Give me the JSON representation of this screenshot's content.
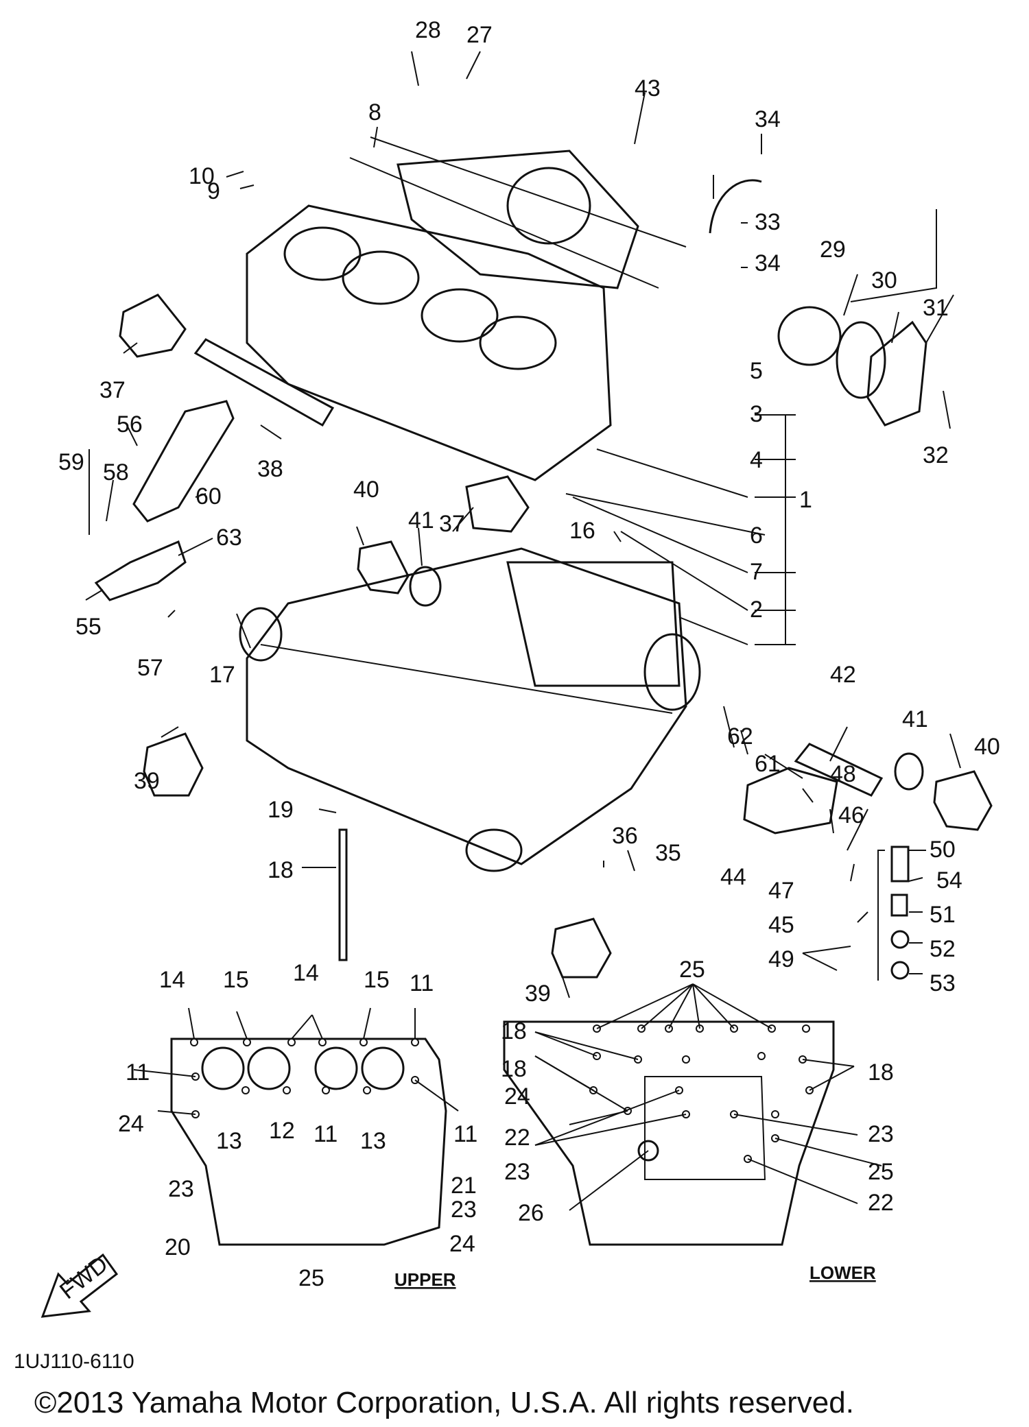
{
  "callouts": [
    "1",
    "2",
    "3",
    "4",
    "5",
    "6",
    "7",
    "8",
    "9",
    "10",
    "11",
    "12",
    "13",
    "14",
    "15",
    "16",
    "17",
    "18",
    "19",
    "20",
    "21",
    "22",
    "23",
    "24",
    "25",
    "26",
    "27",
    "28",
    "29",
    "30",
    "31",
    "32",
    "33",
    "34",
    "35",
    "36",
    "37",
    "38",
    "39",
    "40",
    "41",
    "42",
    "43",
    "44",
    "45",
    "46",
    "47",
    "48",
    "49",
    "50",
    "51",
    "52",
    "53",
    "54",
    "55",
    "56",
    "57",
    "58",
    "59",
    "60",
    "61",
    "62",
    "63"
  ],
  "sublabels": {
    "upper": "UPPER",
    "lower": "LOWER"
  },
  "fwd": "FWD",
  "diagram_code": "1UJ110-6110",
  "copyright": "©2013 Yamaha Motor Corporation, U.S.A. All rights reserved."
}
